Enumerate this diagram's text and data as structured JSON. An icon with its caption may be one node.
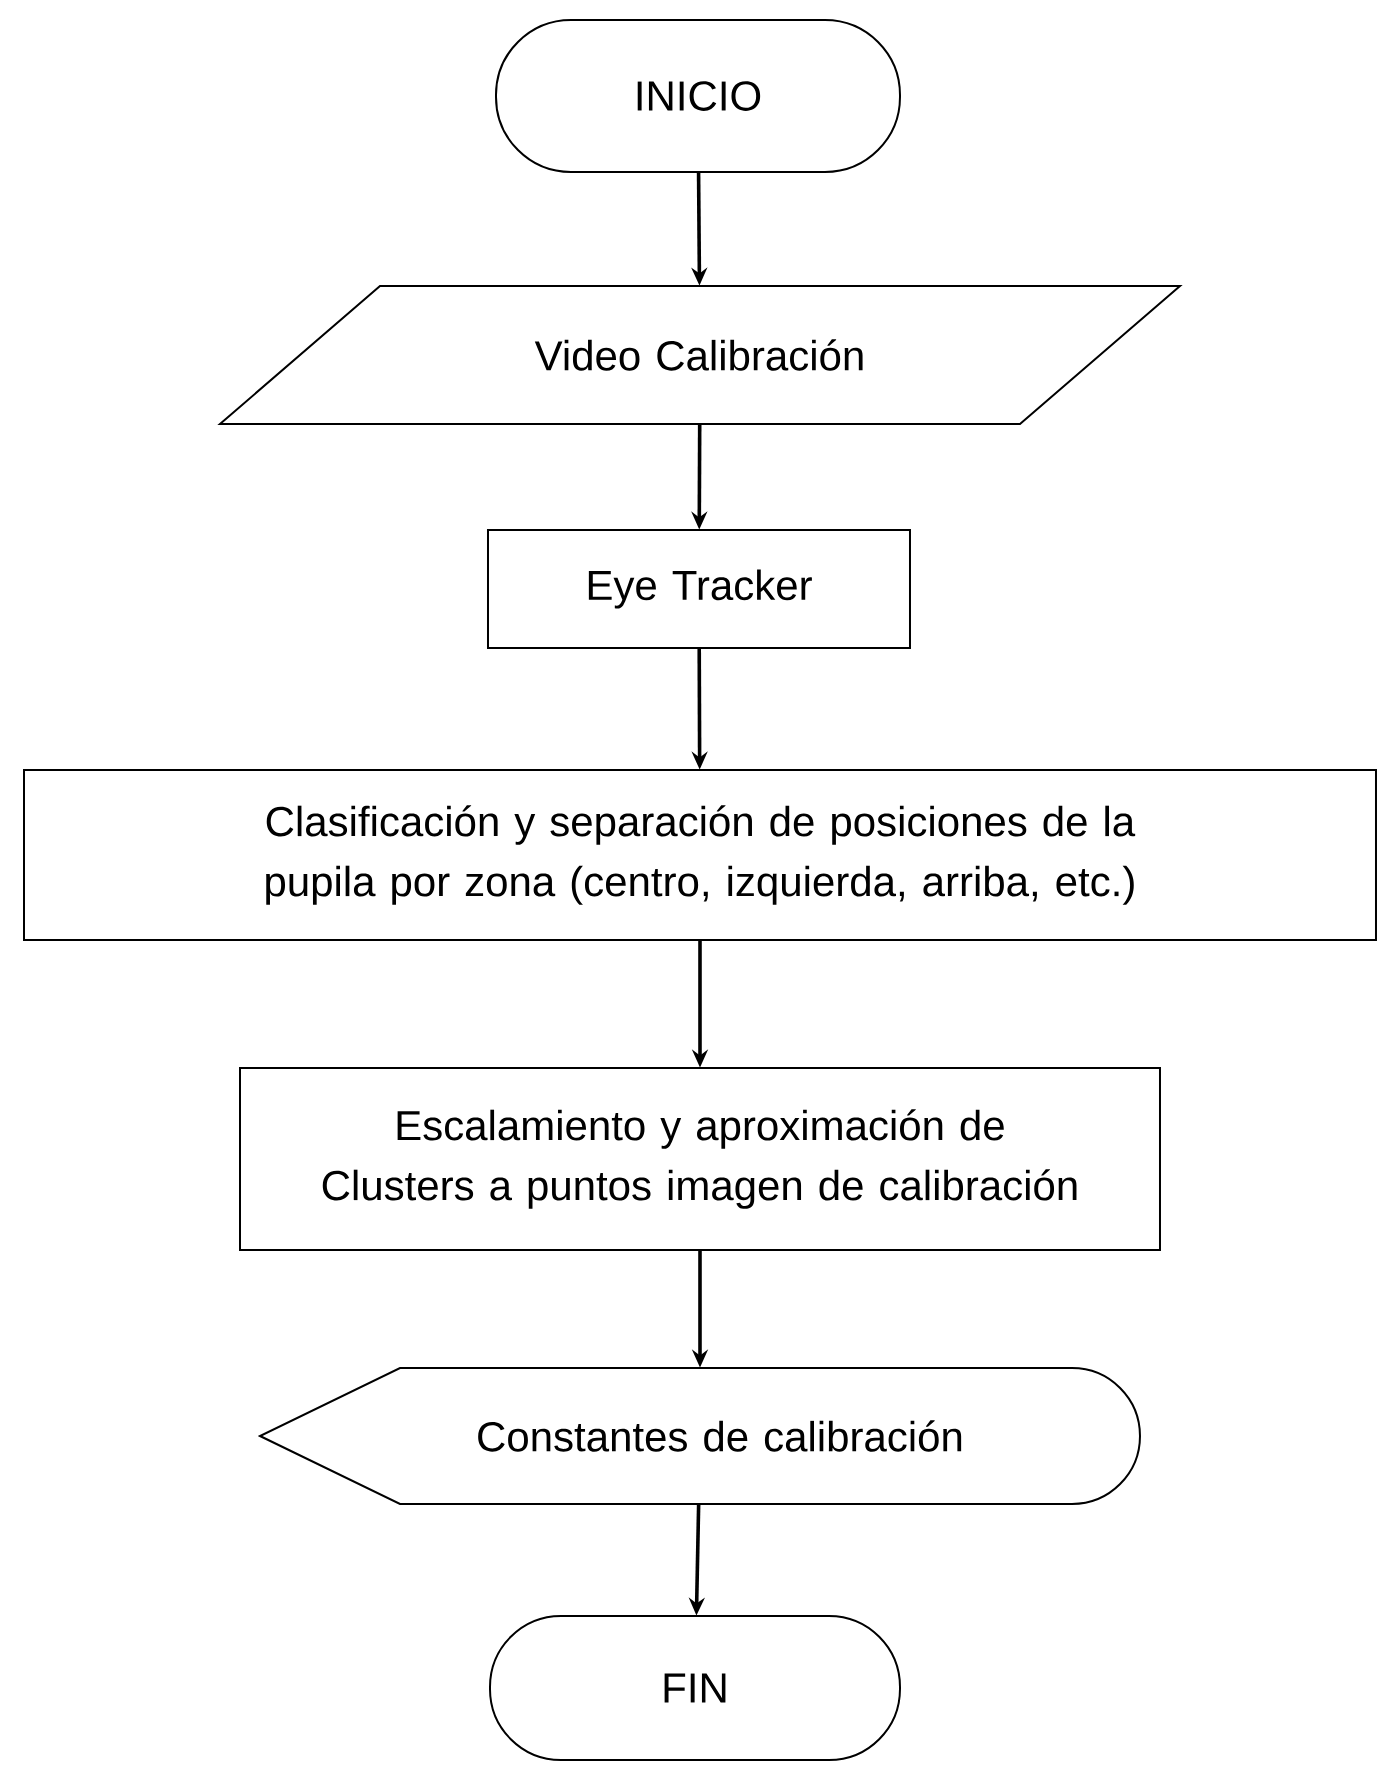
{
  "diagram": {
    "nodes": [
      {
        "text": [
          "INICIO"
        ]
      },
      {
        "text": [
          "Video Calibración"
        ]
      },
      {
        "text": [
          "Eye Tracker"
        ]
      },
      {
        "text": [
          "Clasificación y separación de posiciones de la pupila por zona (centro, izquierda, arriba, etc.)"
        ]
      },
      {
        "text": [
          "Escalamiento y aproximación de Clusters a puntos imagen de calibración"
        ]
      },
      {
        "text": [
          "Constantes de calibración"
        ]
      },
      {
        "text": [
          "FIN"
        ]
      }
    ],
    "edges": [
      {
        "from": 0,
        "to": 1,
        "arrow": "to"
      },
      {
        "from": 1,
        "to": 2,
        "arrow": "to"
      },
      {
        "from": 2,
        "to": 3,
        "arrow": "to"
      },
      {
        "from": 3,
        "to": 4,
        "arrow": "to"
      },
      {
        "from": 4,
        "to": 5,
        "arrow": "to"
      },
      {
        "from": 5,
        "to": 6,
        "arrow": "to"
      }
    ]
  }
}
